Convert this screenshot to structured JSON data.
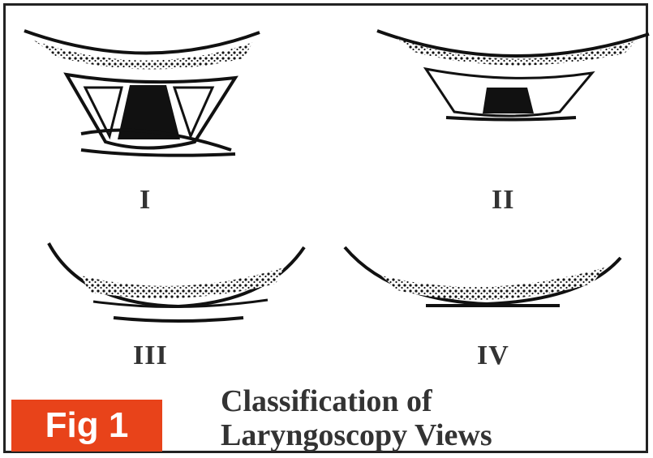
{
  "figure": {
    "badge": "Fig 1",
    "caption_line1": "Classification of",
    "caption_line2": "Laryngoscopy Views",
    "panels": [
      {
        "grade": "I"
      },
      {
        "grade": "II"
      },
      {
        "grade": "III"
      },
      {
        "grade": "IV"
      }
    ],
    "colors": {
      "badge": "#e8431a",
      "ink": "#111111",
      "border": "#222222"
    }
  }
}
